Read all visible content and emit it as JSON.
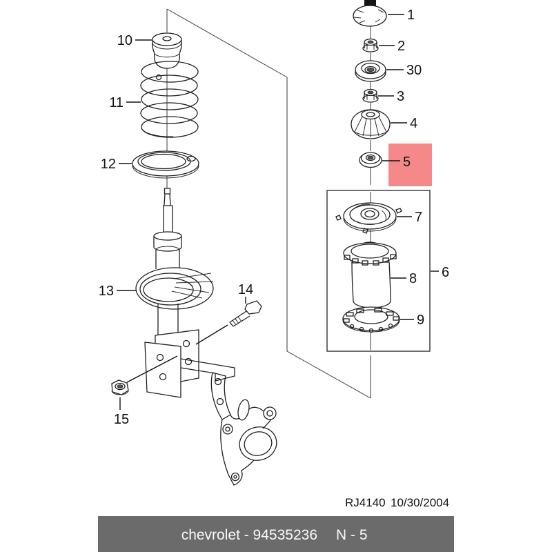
{
  "callouts": {
    "p1": "1",
    "p2": "2",
    "p30": "30",
    "p3": "3",
    "p4": "4",
    "p5": "5",
    "p6": "6",
    "p7": "7",
    "p8": "8",
    "p9": "9",
    "p10": "10",
    "p11": "11",
    "p12": "12",
    "p13": "13",
    "p14": "14",
    "p15": "15"
  },
  "highlight": {
    "color": "#F58989",
    "label_color": "#8B1E1E"
  },
  "footer": {
    "doc_ref": "RJ4140",
    "date": "10/30/2004",
    "brand_part": "chevrolet - 94535236",
    "sheet_ref": "N - 5",
    "bar_color": "#6B6B6B",
    "text_color": "#FAFAFA"
  }
}
